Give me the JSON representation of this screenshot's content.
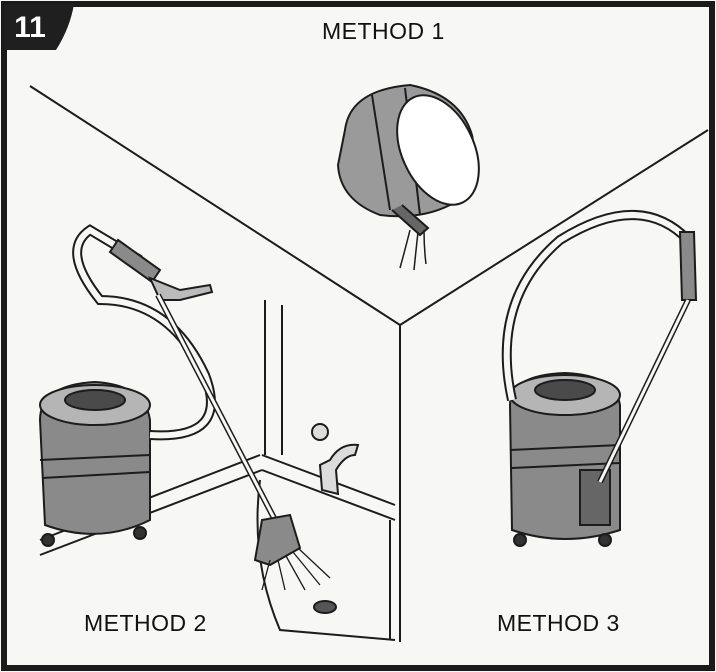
{
  "figure": {
    "step_number": "11",
    "method_1_label": "METHOD 1",
    "method_2_label": "METHOD 2",
    "method_3_label": "METHOD 3"
  },
  "colors": {
    "frame": "#1a1a1a",
    "badge": "#1f1f1f",
    "ink": "#1c1c1c",
    "paper": "#f7f7f5",
    "tank_shade": "#8a8a8a"
  }
}
